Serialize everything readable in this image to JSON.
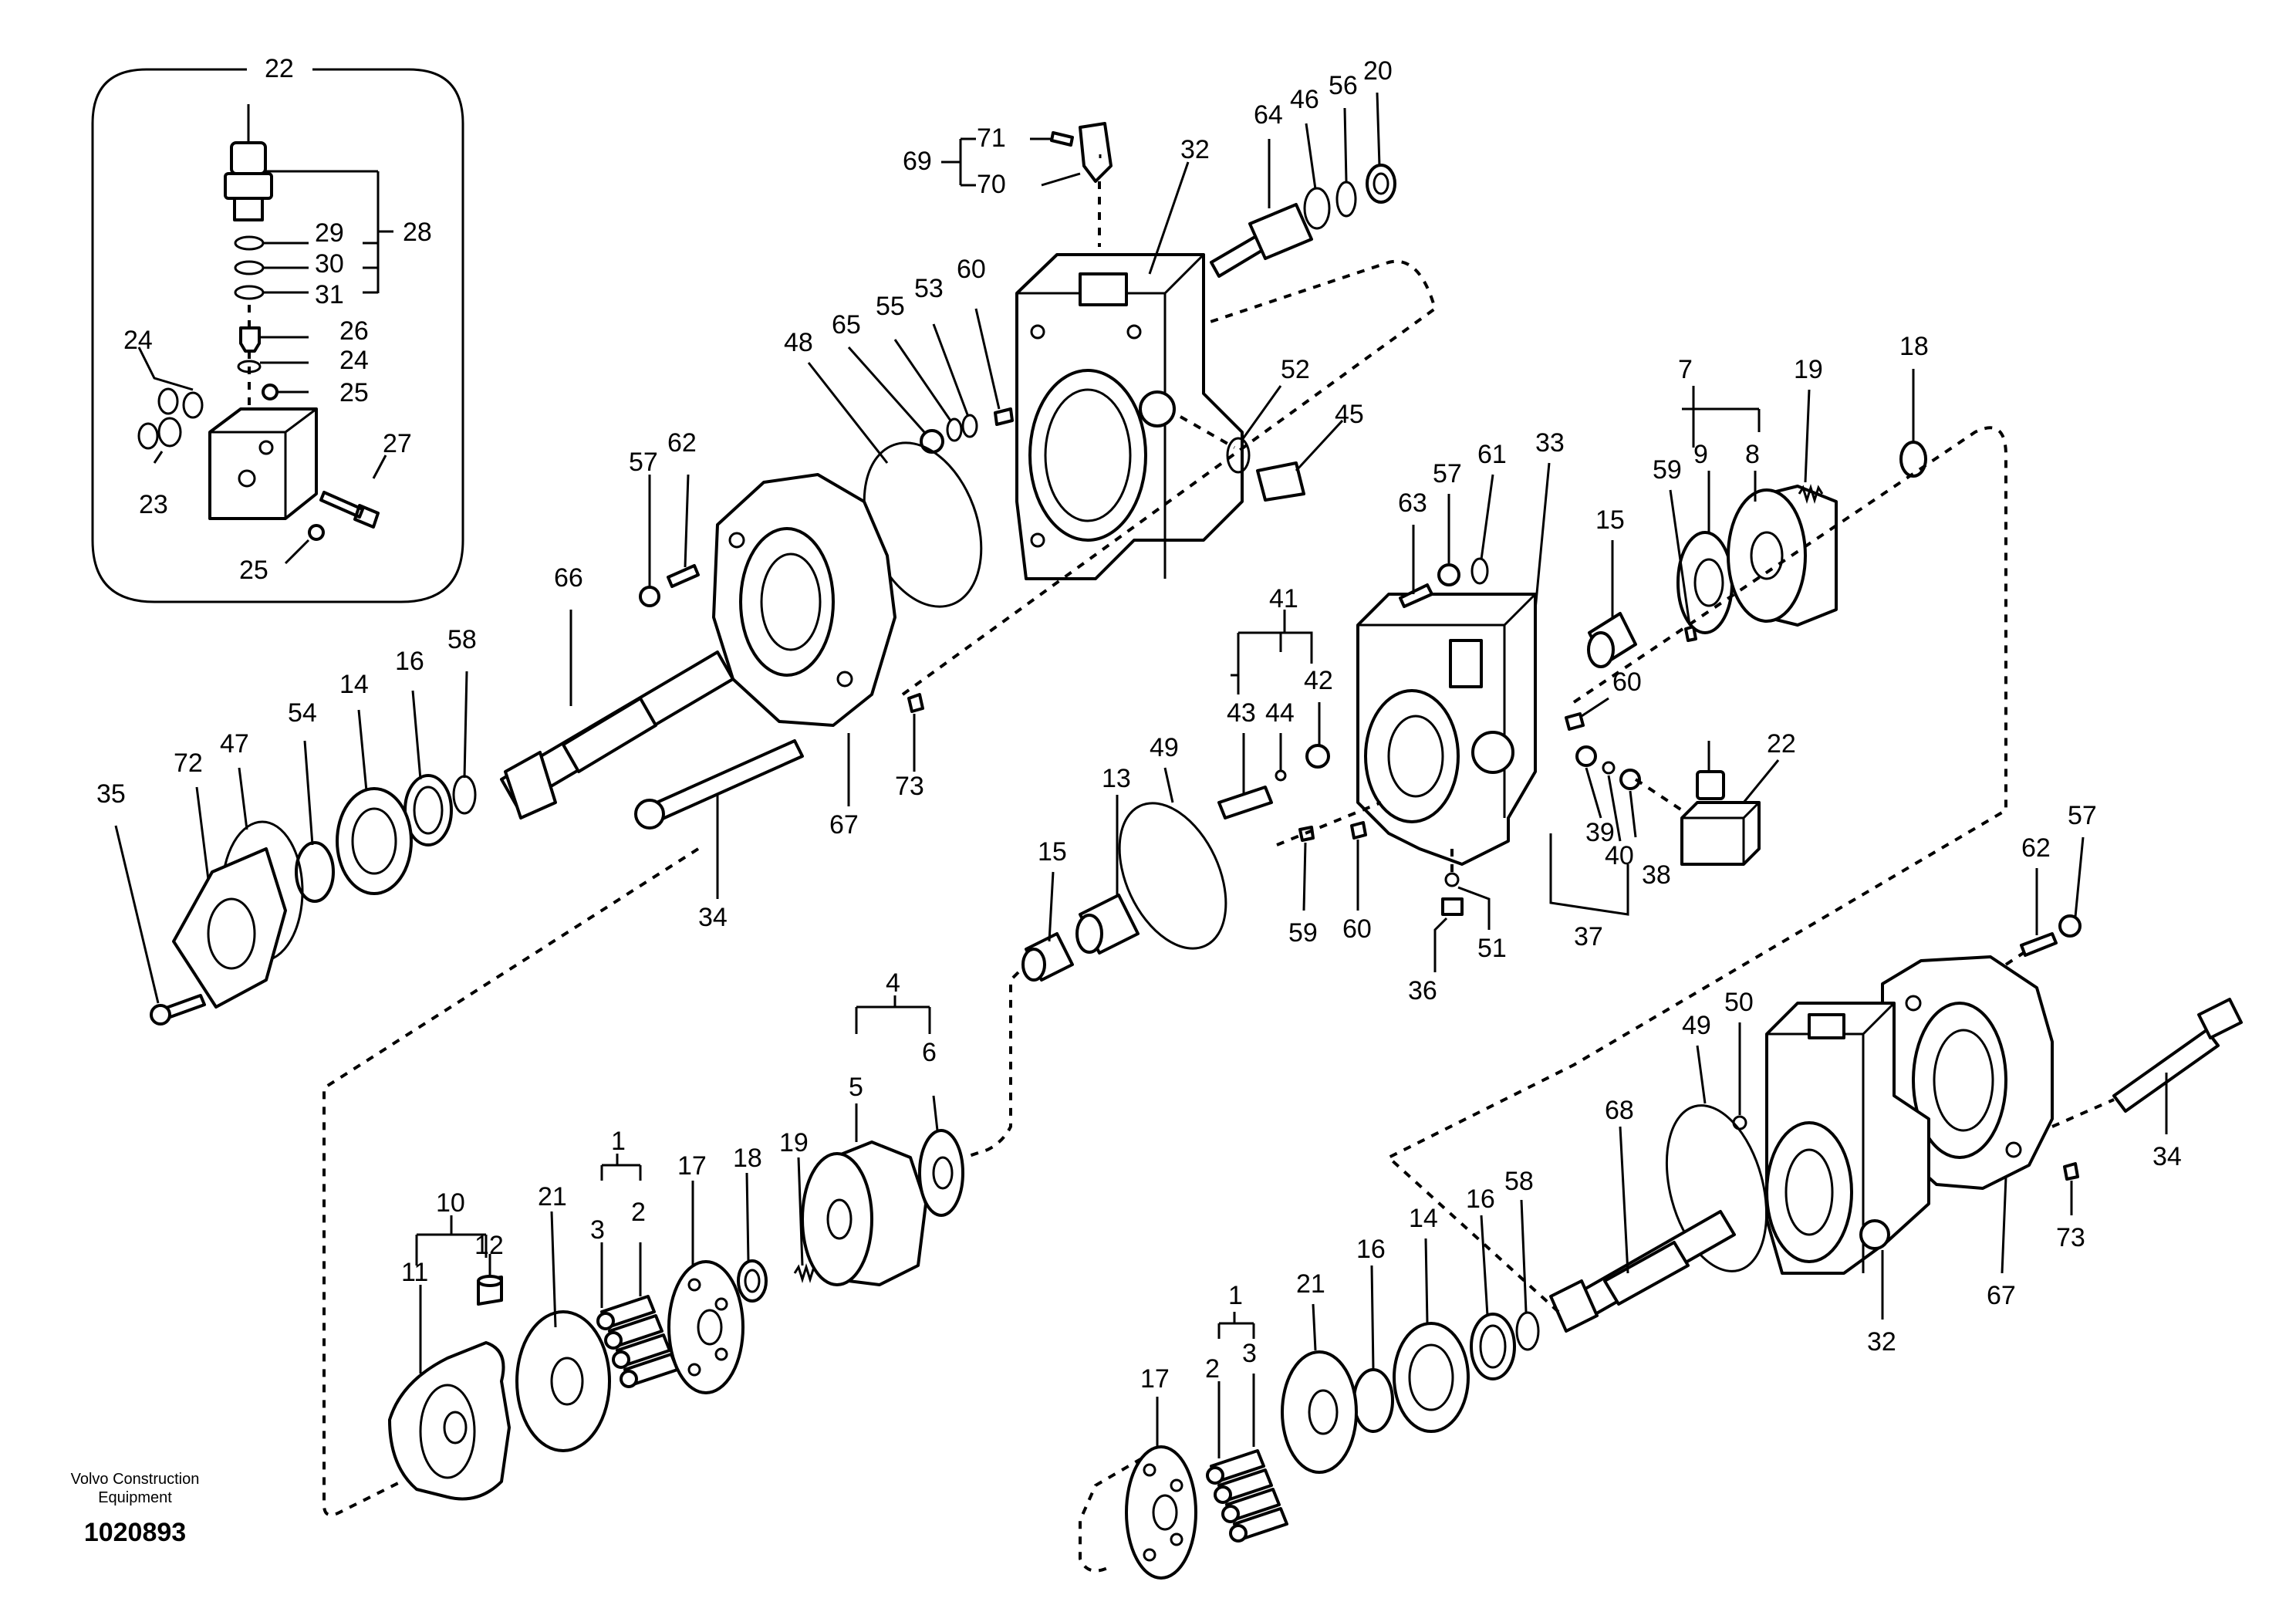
{
  "figure": {
    "brand_line1": "Volvo Construction",
    "brand_line2": "Equipment",
    "drawing_number": "1020893"
  },
  "callouts": {
    "inset": [
      "22",
      "28",
      "29",
      "30",
      "31",
      "26",
      "24",
      "24",
      "25",
      "27",
      "23",
      "25"
    ],
    "upper": [
      "69",
      "71",
      "70",
      "32",
      "64",
      "46",
      "56",
      "20",
      "48",
      "65",
      "55",
      "53",
      "60",
      "52",
      "45",
      "57",
      "62",
      "66",
      "35",
      "72",
      "47",
      "54",
      "14",
      "16",
      "58",
      "34",
      "67",
      "73"
    ],
    "middle": [
      "41",
      "43",
      "44",
      "42",
      "63",
      "57",
      "61",
      "33",
      "15",
      "59",
      "9",
      "7",
      "8",
      "19",
      "18",
      "13",
      "49",
      "15",
      "60",
      "39",
      "40",
      "38",
      "22",
      "37",
      "59",
      "60",
      "51",
      "36"
    ],
    "lower_left": [
      "10",
      "11",
      "12",
      "21",
      "1",
      "3",
      "2",
      "17",
      "18",
      "19",
      "4",
      "5",
      "6"
    ],
    "lower_right": [
      "62",
      "57",
      "34",
      "73",
      "67",
      "32",
      "49",
      "50",
      "68",
      "58",
      "16",
      "14",
      "16",
      "21",
      "1",
      "2",
      "3",
      "17"
    ]
  }
}
